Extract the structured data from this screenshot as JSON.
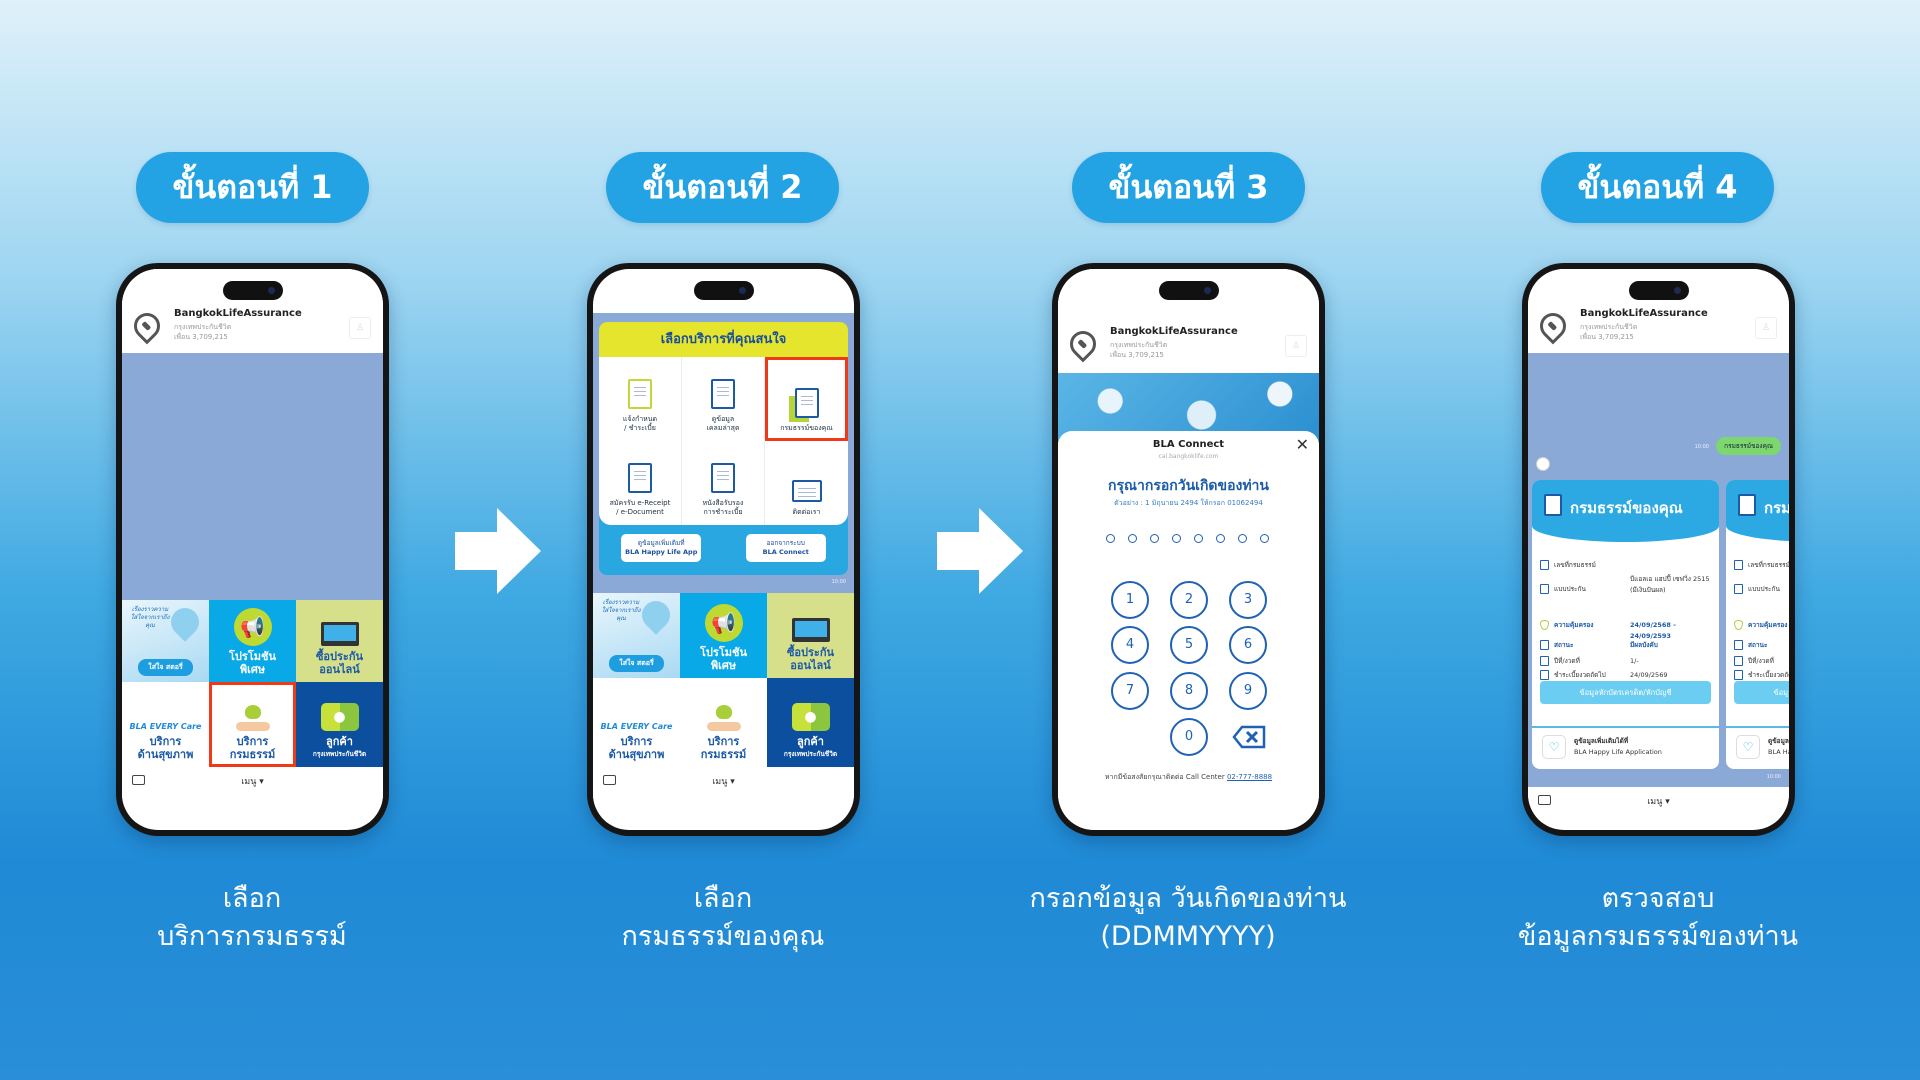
{
  "steps": [
    {
      "label": "ขั้นตอนที่ 1",
      "caption1": "เลือก",
      "caption2": "บริการกรมธรรม์"
    },
    {
      "label": "ขั้นตอนที่ 2",
      "caption1": "เลือก",
      "caption2": "กรมธรรม์ของคุณ"
    },
    {
      "label": "ขั้นตอนที่ 3",
      "caption1": "กรอกข้อมูล วันเกิดของท่าน",
      "caption2": "(DDMMYYYY)"
    },
    {
      "label": "ขั้นตอนที่ 4",
      "caption1": "ตรวจสอบ",
      "caption2": "ข้อมูลกรมธรรม์ของท่าน"
    }
  ],
  "header": {
    "name": "BangkokLifeAssurance",
    "sub": "กรุงเทพประกันชีวิต",
    "friends": "เพื่อน 3,709,215",
    "profile_icon": "person-icon"
  },
  "richmenu": {
    "story_text": "เรื่องราวความใส่ใจจากเราถึงคุณ",
    "story_label": "ใส่ใจ สตอรี่",
    "promo1": "โปรโมชัน",
    "promo2": "พิเศษ",
    "buy1": "ซื้อประกัน",
    "buy2": "ออนไลน์",
    "care_logo": "BLA EVERY Care",
    "health1": "บริการ",
    "health2": "ด้านสุขภาพ",
    "policy1": "บริการ",
    "policy2": "กรมธรรม์",
    "cust1": "ลูกค้า",
    "cust2": "กรุงเทพประกันชีวิต"
  },
  "menu_label": "เมนู ▾",
  "services": {
    "title": "เลือกบริการที่คุณสนใจ",
    "items": [
      {
        "l1": "แจ้งกำหนด",
        "l2": "/ ชำระเบี้ย"
      },
      {
        "l1": "ดูข้อมูล",
        "l2": "เคลมล่าสุด"
      },
      {
        "l1": "กรมธรรม์ของคุณ",
        "l2": ""
      },
      {
        "l1": "สมัครรับ e-Receipt",
        "l2": "/ e-Document"
      },
      {
        "l1": "หนังสือรับรอง",
        "l2": "การชำระเบี้ย"
      },
      {
        "l1": "ติดต่อเรา",
        "l2": ""
      }
    ],
    "btn1a": "ดูข้อมูลเพิ่มเติมที่",
    "btn1b": "BLA Happy Life App",
    "btn2a": "ออกจากระบบ",
    "btn2b": "BLA Connect",
    "time": "10:00"
  },
  "pin": {
    "app": "BLA Connect",
    "url": "cal.bangkoklife.com",
    "title": "กรุณากรอกวันเกิดของท่าน",
    "example": "ตัวอย่าง : 1 มิถุนายน 2494 ให้กรอก 01062494",
    "keys": [
      "1",
      "2",
      "3",
      "4",
      "5",
      "6",
      "7",
      "8",
      "9",
      "0"
    ],
    "footer": "หากมีข้อสงสัยกรุณาติดต่อ Call Center",
    "phone": "02-777-8888"
  },
  "chat": {
    "bubble": "กรมธรรม์ของคุณ",
    "time": "10:00",
    "card": {
      "title": "กรมธรรม์ของคุณ",
      "rows": [
        {
          "label": "เลขที่กรมธรรม์",
          "value": ""
        },
        {
          "label": "แบบประกัน",
          "value": "บีแอลเอ แฮปปี้ เซฟวิ่ง 2515 (มีเงินปันผล)"
        },
        {
          "label": "ความคุ้มครอง",
          "value": "24/09/2568 - 24/09/2593"
        },
        {
          "label": "สถานะ",
          "value": "มีผลบังคับ"
        },
        {
          "label": "ปีที่/งวดที่",
          "value": "1/-"
        },
        {
          "label": "ชำระเบี้ยงวดถัดไป",
          "value": "24/09/2569"
        }
      ],
      "button": "ข้อมูลหักบัตรเครดิต/หักบัญชี",
      "foot1": "ดูข้อมูลเพิ่มเติมได้ที่",
      "foot2": "BLA Happy Life Application"
    }
  },
  "colors": {
    "accent": "#23a3e4",
    "navy": "#1a4f9c",
    "highlight": "#f03a17",
    "yellow": "#e4e52c",
    "chat_bg": "#8aa9d7",
    "bubble": "#7ed66f"
  }
}
